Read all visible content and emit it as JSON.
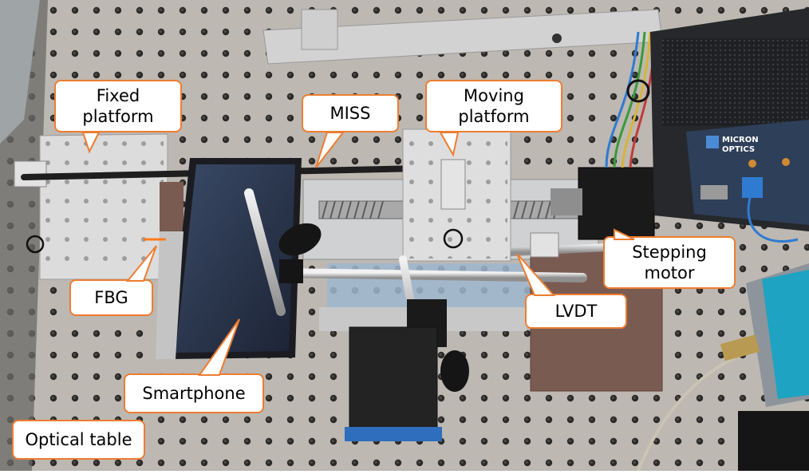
{
  "photo": {
    "colors": {
      "table_surface": "#bdb8b2",
      "table_edge_dark": "#6b6966",
      "aluminum": "#dcdcdc",
      "phone_body": "#1b1c22",
      "phone_screen": "#2c3650",
      "motor_black": "#1a1a1a",
      "instrument_case": "#26282b",
      "instrument_panel": "#2e3f59",
      "brick": "#7a5b52",
      "brass": "#b99a52",
      "callout_border": "#ED7D31",
      "marker_ring": "#111111"
    },
    "callouts": {
      "fixed_platform": "Fixed\nplatform",
      "miss": "MISS",
      "moving_platform": "Moving\nplatform",
      "stepping_motor": "Stepping\nmotor",
      "fbg": "FBG",
      "lvdt": "LVDT",
      "smartphone": "Smartphone",
      "optical_table": "Optical table"
    },
    "instrument_logo": "MICRON\nOPTICS"
  }
}
